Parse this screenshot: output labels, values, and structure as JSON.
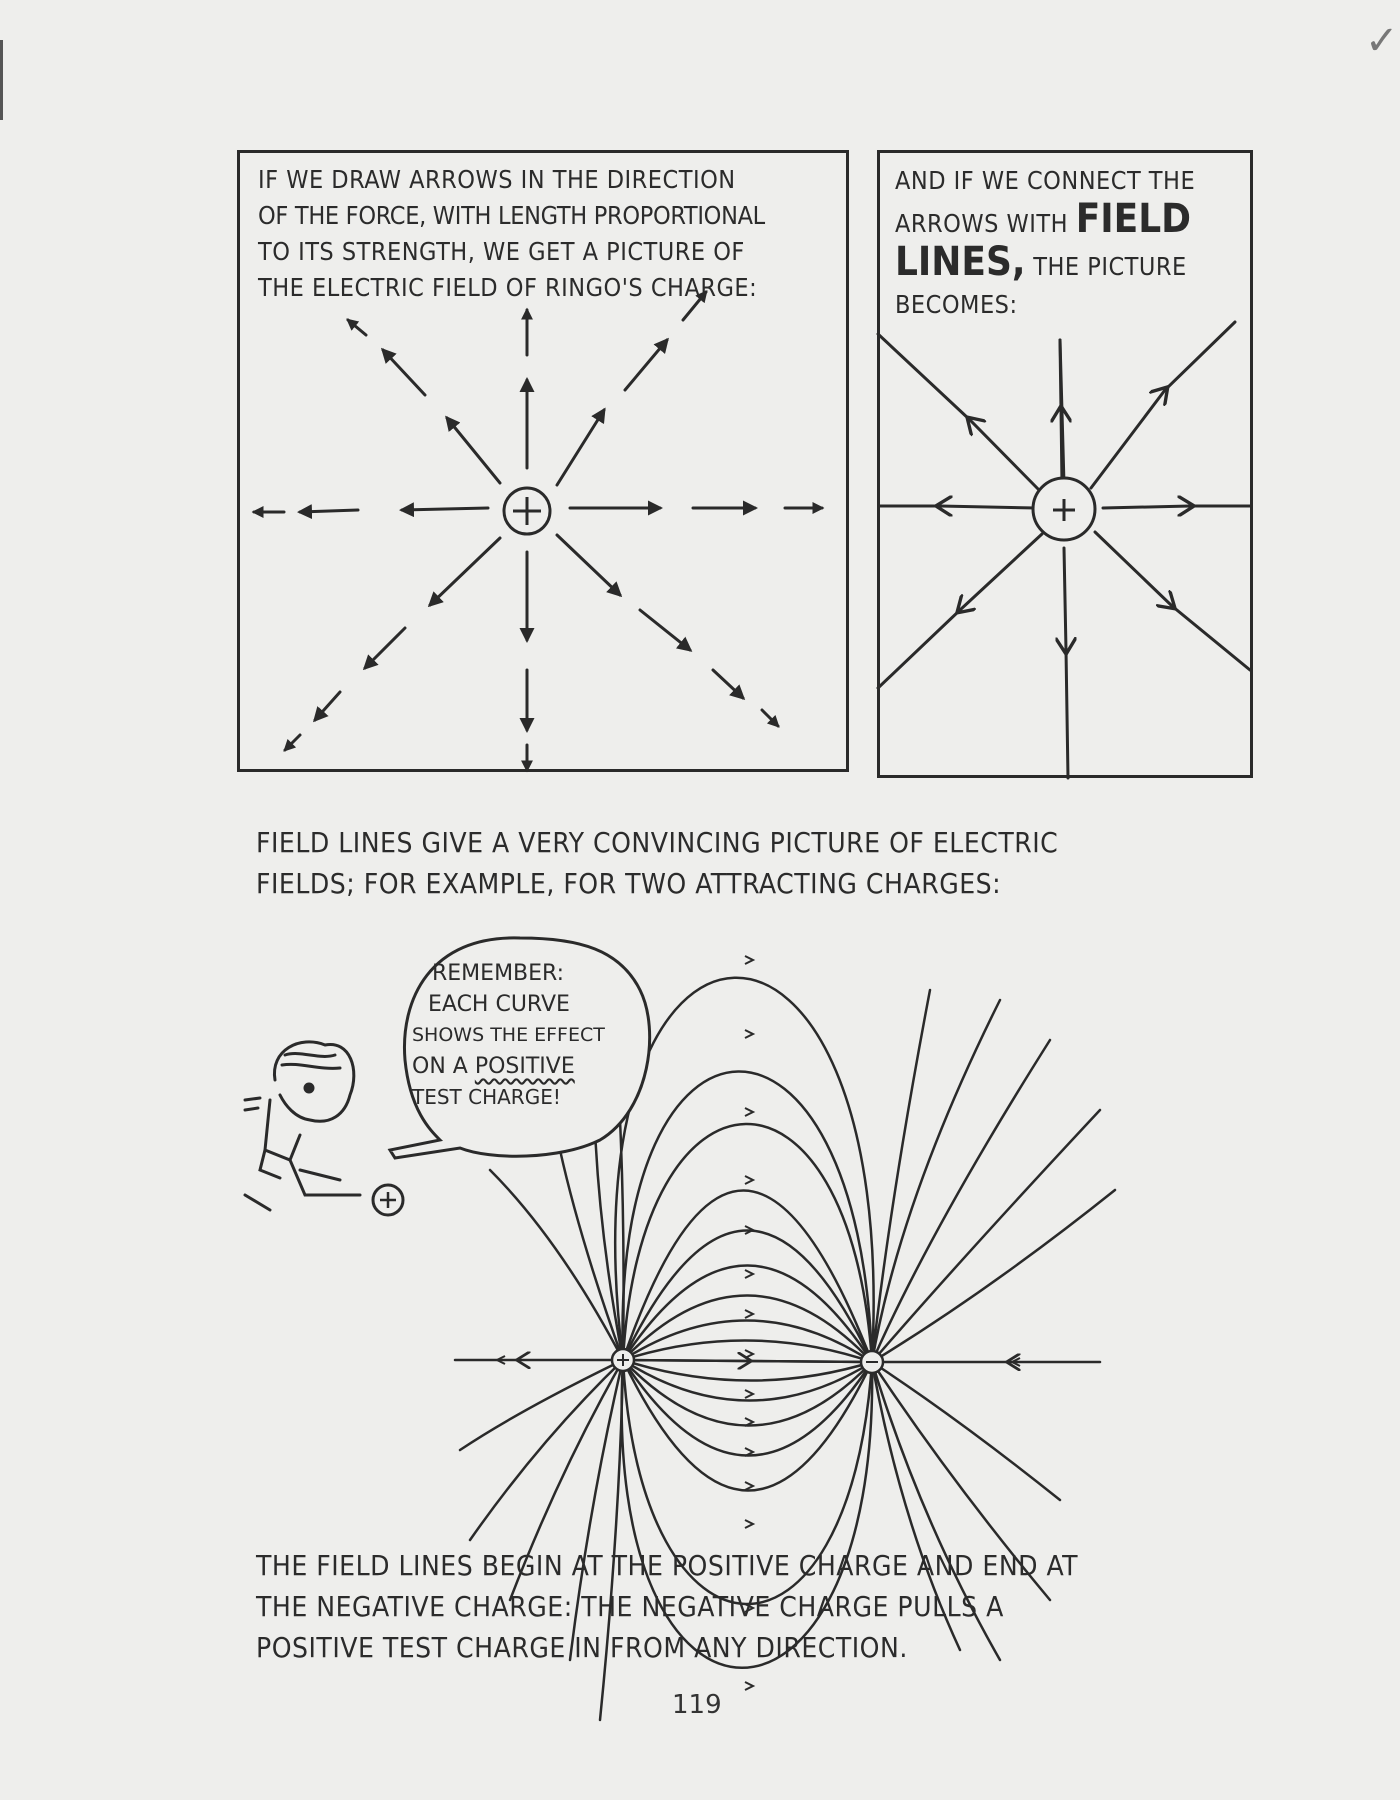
{
  "page": {
    "number": "119",
    "margin_mark": "✓",
    "paper_color": "#eeeeec",
    "ink_color": "#2a2a2a"
  },
  "panel_left": {
    "caption_lines": [
      "IF WE DRAW ARROWS IN THE DIRECTION",
      "OF THE FORCE, WITH LENGTH PROPORTIONAL",
      "TO ITS STRENGTH, WE GET A PICTURE OF",
      "THE ELECTRIC FIELD OF RINGO'S CHARGE:"
    ],
    "charge_symbol": "+"
  },
  "panel_right": {
    "caption_line1": "AND IF WE CONNECT THE",
    "caption_line2_pre": "ARROWS WITH",
    "caption_bold1": "FIELD",
    "caption_bold2": "LINES,",
    "caption_line3_post": "THE PICTURE",
    "caption_line4": "BECOMES:",
    "charge_symbol": "+"
  },
  "middle_text": {
    "line1": "FIELD LINES GIVE A VERY CONVINCING PICTURE OF ELECTRIC",
    "line2": "FIELDS; FOR EXAMPLE, FOR TWO ATTRACTING CHARGES:"
  },
  "speech_bubble": {
    "line1": "REMEMBER:",
    "line2": "EACH CURVE",
    "line3": "SHOWS THE EFFECT",
    "line4_pre": "ON A",
    "line4_emph": "POSITIVE",
    "line5": "TEST CHARGE!"
  },
  "dipole": {
    "positive_symbol": "+",
    "negative_symbol": "−",
    "test_charge_symbol": "+"
  },
  "bottom_text": {
    "line1": "THE FIELD LINES BEGIN AT THE POSITIVE CHARGE AND END AT",
    "line2": "THE NEGATIVE CHARGE: THE NEGATIVE CHARGE PULLS A",
    "line3": "POSITIVE TEST CHARGE IN FROM ANY DIRECTION."
  }
}
